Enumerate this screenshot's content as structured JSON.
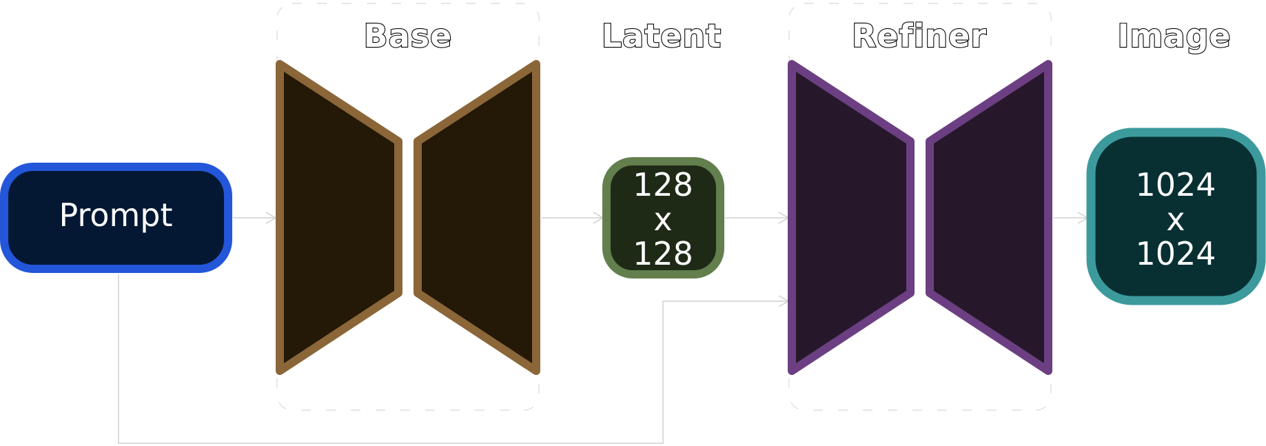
{
  "labels": {
    "base": "Base",
    "latent": "Latent",
    "refiner": "Refiner",
    "image": "Image"
  },
  "nodes": {
    "prompt": "Prompt",
    "latent": [
      "128",
      "x",
      "128"
    ],
    "image": [
      "1024",
      "x",
      "1024"
    ]
  },
  "colors": {
    "prompt_border": "#2356d9",
    "prompt_fill": "#041833",
    "base_border": "#8a6638",
    "base_fill": "#241806",
    "latent_border": "#627f4d",
    "latent_fill": "#1f2a16",
    "refiner_border": "#6c3f82",
    "refiner_fill": "#26182a",
    "image_border": "#3c9a9d",
    "image_fill": "#083032"
  }
}
